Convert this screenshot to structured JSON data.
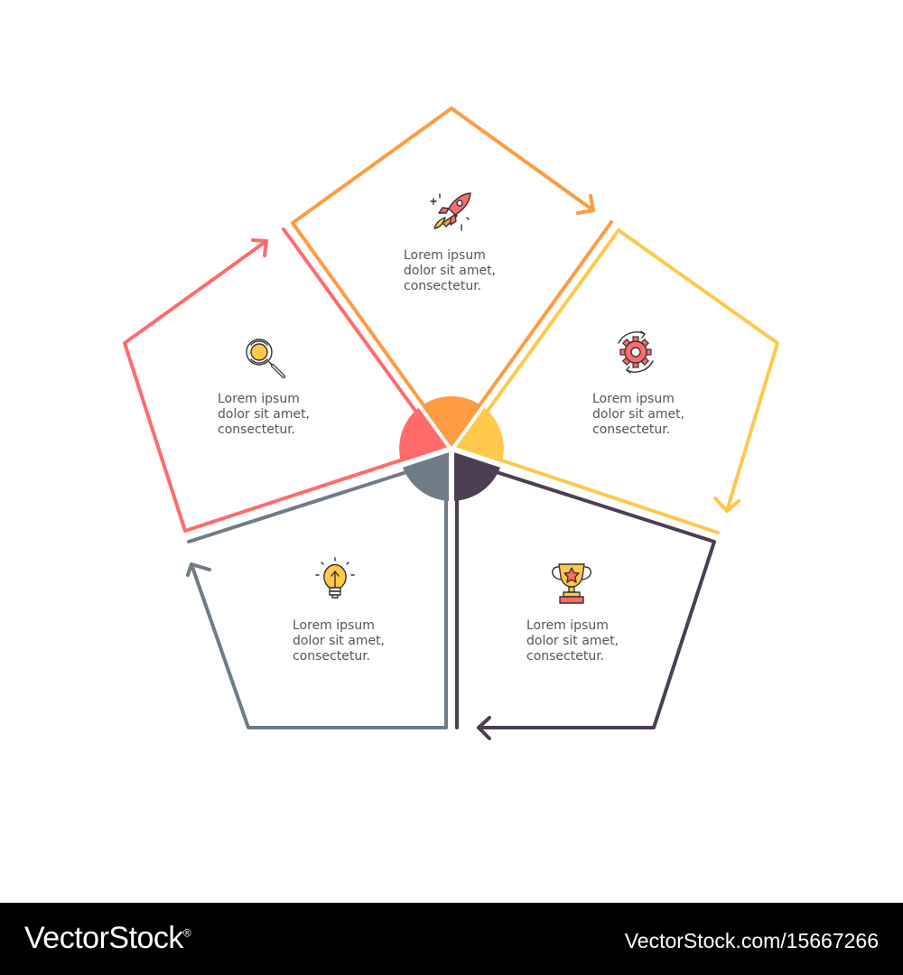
{
  "colors": {
    "stage1": "#ff9b41",
    "stage2": "#ffc84b",
    "stage3": "#4b3f51",
    "stage4": "#6f7c86",
    "stage5": "#ff6b6b"
  },
  "stages": [
    {
      "icon": "rocket-icon",
      "lines": [
        "Lorem ipsum",
        "dolor sit amet,",
        "consectetur."
      ]
    },
    {
      "icon": "gear-icon",
      "lines": [
        "Lorem ipsum",
        "dolor sit amet,",
        "consectetur."
      ]
    },
    {
      "icon": "trophy-icon",
      "lines": [
        "Lorem ipsum",
        "dolor sit amet,",
        "consectetur."
      ]
    },
    {
      "icon": "lightbulb-icon",
      "lines": [
        "Lorem ipsum",
        "dolor sit amet,",
        "consectetur."
      ]
    },
    {
      "icon": "search-icon",
      "lines": [
        "Lorem ipsum",
        "dolor sit amet,",
        "consectetur."
      ]
    }
  ],
  "footer": {
    "brand": "VectorStock",
    "brand_mark": "®",
    "reference": "VectorStock.com/15667266"
  }
}
